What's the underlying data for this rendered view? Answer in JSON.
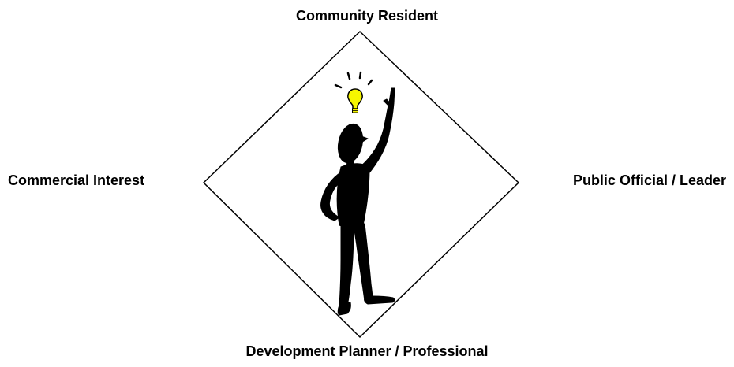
{
  "roles": {
    "top": "Community Resident",
    "left": "Commercial Interest",
    "right": "Public Official / Leader",
    "bottom": "Development Planner / Professional"
  },
  "icons": {
    "figure": "stick-figure-idea-icon",
    "bulb": "lightbulb-icon"
  },
  "colors": {
    "bulb": "#f6f600",
    "figure": "#000000",
    "outline": "#000000"
  }
}
